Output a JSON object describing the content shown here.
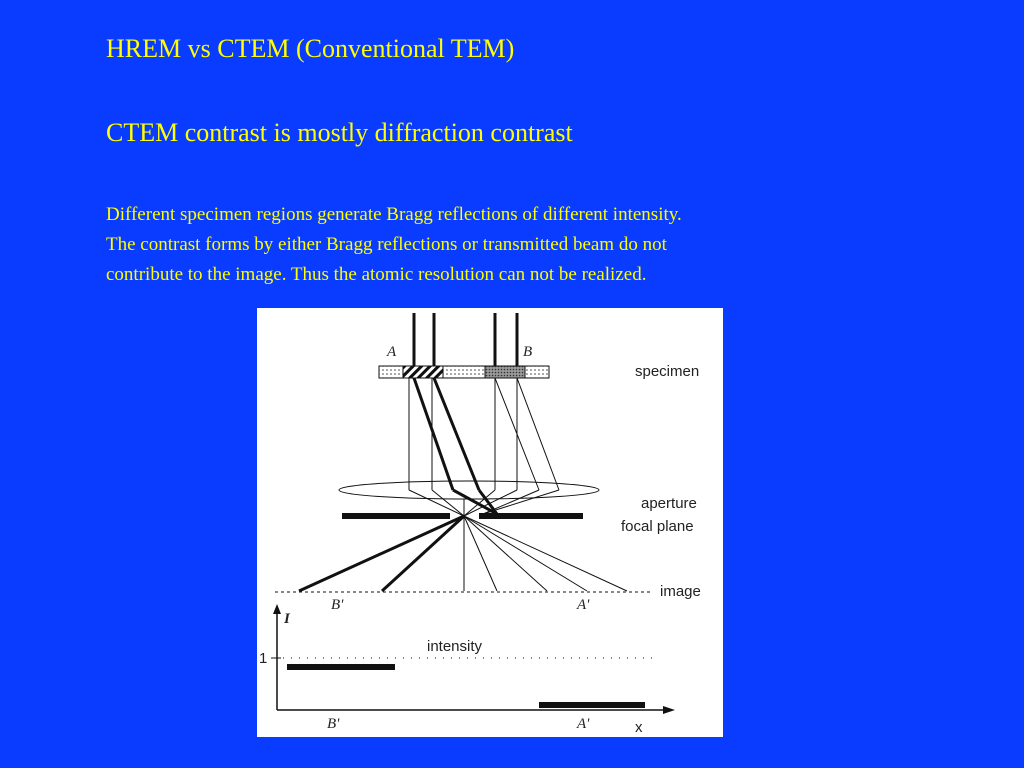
{
  "slide": {
    "title": "HREM vs CTEM (Conventional TEM)",
    "subtitle": "CTEM contrast is mostly diffraction contrast",
    "paragraph_lines": [
      "Different specimen regions generate Bragg reflections of different intensity.",
      "The contrast forms by either Bragg reflections or transmitted beam do not",
      "contribute to the image. Thus the atomic resolution can not be realized."
    ]
  },
  "diagram": {
    "labels": {
      "region_a": "A",
      "region_b": "B",
      "specimen": "specimen",
      "aperture": "aperture",
      "focal_plane": "focal plane",
      "image": "image",
      "b_prime": "B'",
      "a_prime": "A'",
      "intensity_axis": "I",
      "intensity_caption": "intensity",
      "unity_tick": "1",
      "plot_b_prime": "B'",
      "plot_a_prime": "A'",
      "x_axis": "x"
    },
    "colors": {
      "background": "#0a3cff",
      "text": "#ffff00",
      "figure_bg": "#ffffff",
      "ink": "#111111"
    }
  }
}
